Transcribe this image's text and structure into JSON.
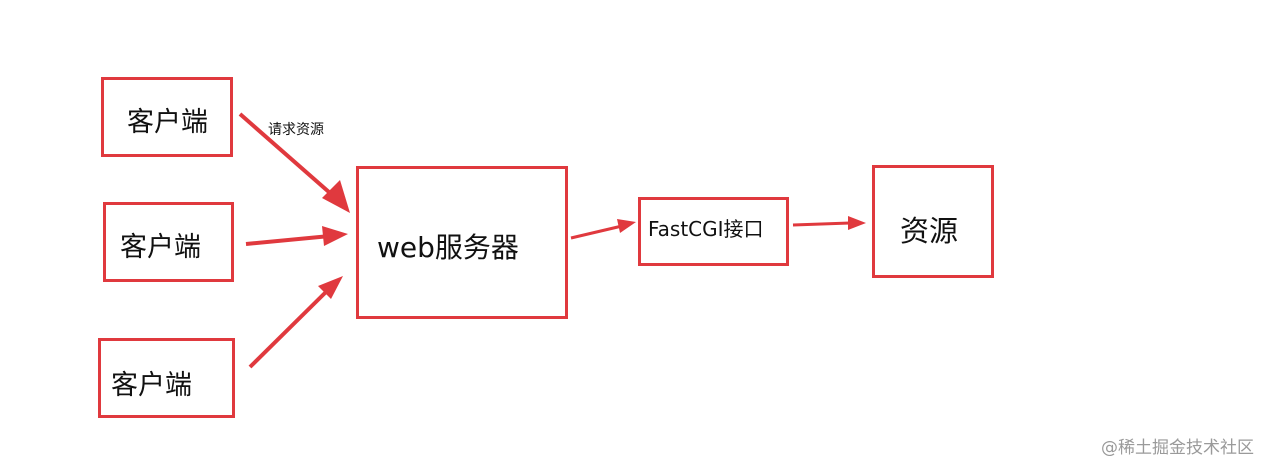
{
  "diagram": {
    "clients": [
      {
        "label": "客户端"
      },
      {
        "label": "客户端"
      },
      {
        "label": "客户端"
      }
    ],
    "request_label": "请求资源",
    "web_server": {
      "label": "web服务器"
    },
    "fastcgi": {
      "label": "FastCGI接口"
    },
    "resource": {
      "label": "资源"
    },
    "accent_color": "#e0393e"
  },
  "watermark": "@稀土掘金技术社区"
}
